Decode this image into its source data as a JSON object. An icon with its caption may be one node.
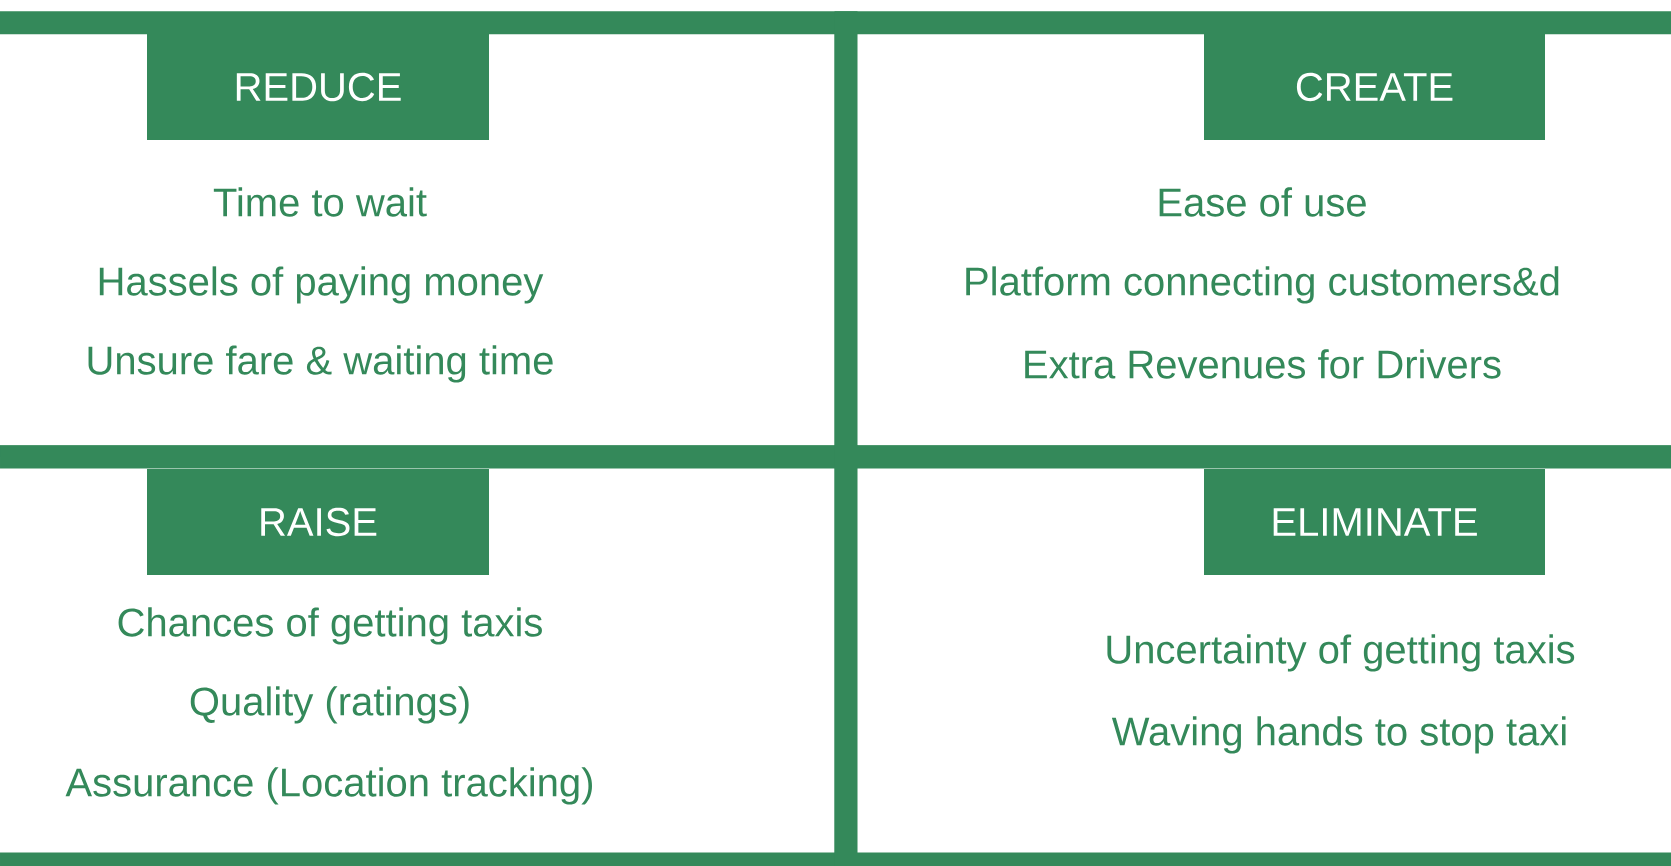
{
  "diagram": {
    "nodes": [
      {
        "text": [
          "REDUCE",
          "Time to wait",
          "Hassels of paying money",
          "Unsure fare & waiting time"
        ]
      },
      {
        "text": [
          "CREATE",
          "Ease of use",
          "Platform connecting customers&d",
          "Extra Revenues for Drivers"
        ]
      },
      {
        "text": [
          "RAISE",
          "Chances of getting taxis",
          "Quality (ratings)",
          "Assurance (Location tracking)"
        ]
      },
      {
        "text": [
          "ELIMINATE",
          "Uncertainty of getting taxis",
          "Waving hands to stop taxi"
        ]
      }
    ]
  }
}
